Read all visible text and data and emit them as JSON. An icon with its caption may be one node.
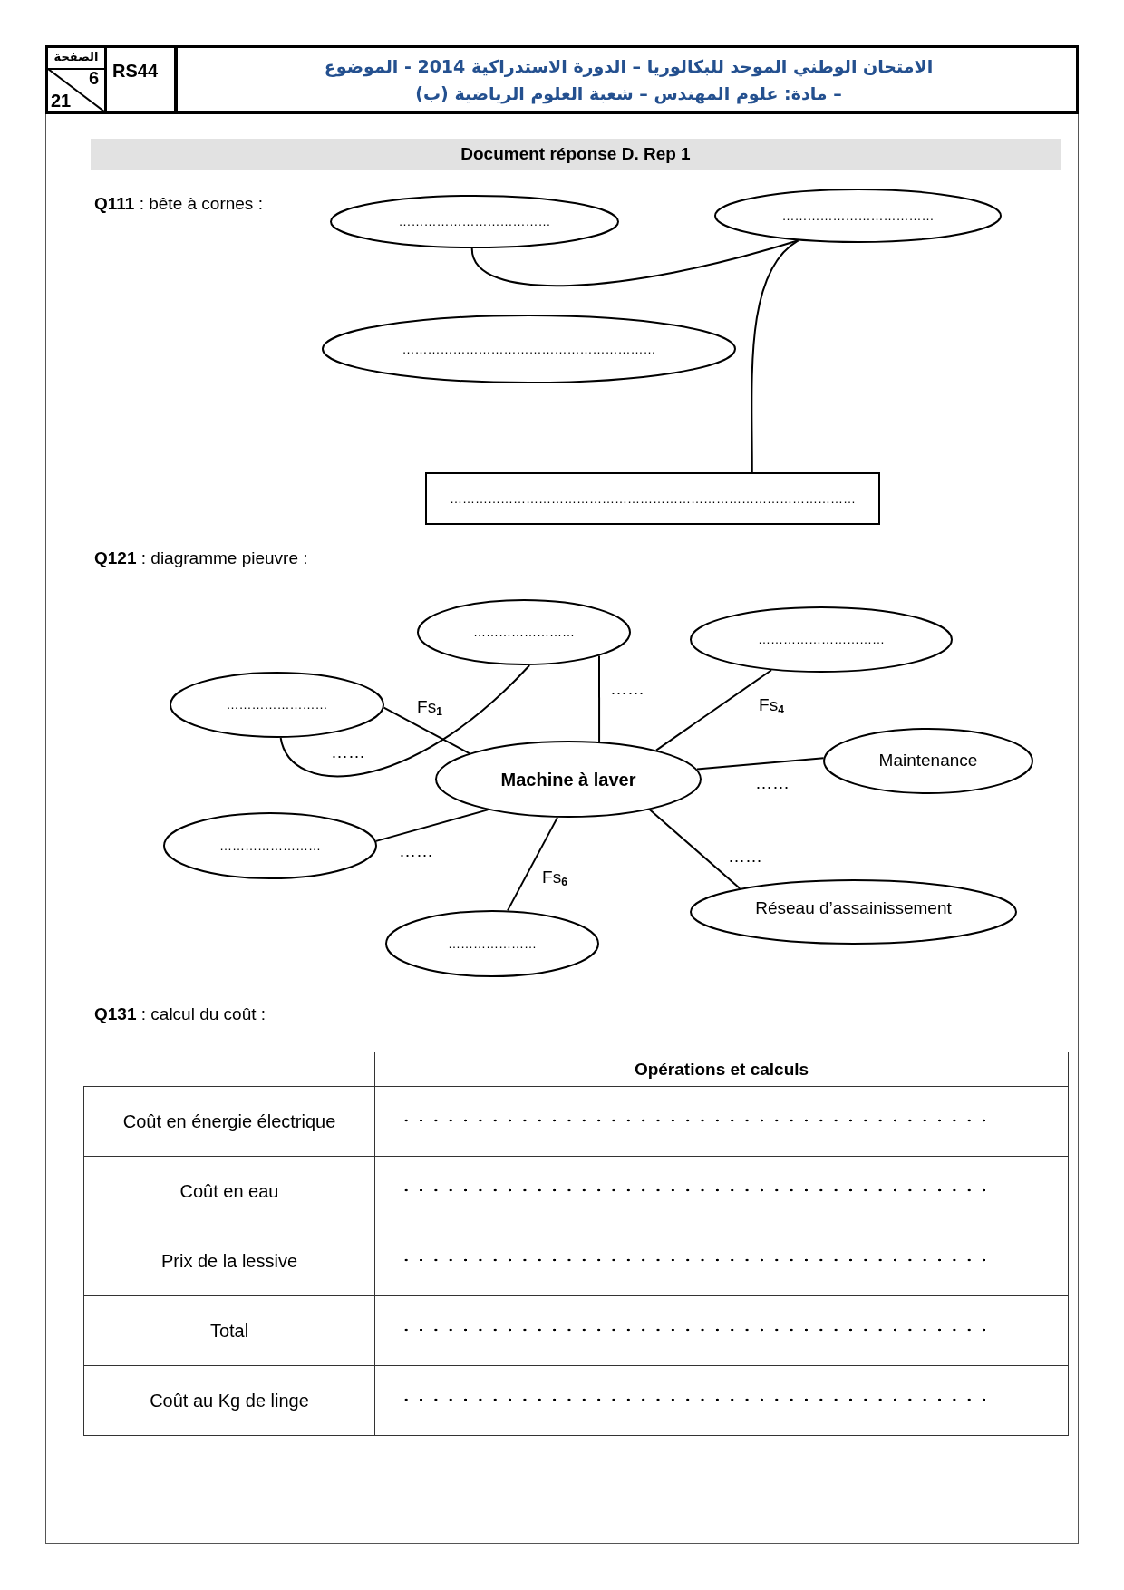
{
  "diagram": {
    "title": "Document réponse D. Rep 1",
    "nodes": [
      {
        "text": [
          "………………………………"
        ]
      },
      {
        "text": [
          "………………………………"
        ]
      },
      {
        "text": [
          "……………………………………………………"
        ]
      },
      {
        "text": [
          "……………………………………………………………………………………"
        ]
      },
      {
        "text": [
          "……………………"
        ]
      },
      {
        "text": [
          "…………………………"
        ]
      },
      {
        "text": [
          "……………………"
        ]
      },
      {
        "text": [
          "Maintenance"
        ]
      },
      {
        "text": [
          "Machine à laver"
        ]
      },
      {
        "text": [
          "……………………"
        ]
      },
      {
        "text": [
          "Réseau d’assainissement"
        ]
      },
      {
        "text": [
          "…………………"
        ]
      }
    ],
    "edges": [
      {
        "from": 0,
        "to": 1,
        "arrow": "none"
      },
      {
        "from": 1,
        "to": 3,
        "arrow": "none"
      },
      {
        "from": 6,
        "to": 8,
        "arrow": "none",
        "label": "Fs$_{1}$"
      },
      {
        "from": 6,
        "to": 4,
        "arrow": "none",
        "label": "……"
      },
      {
        "from": 4,
        "to": 8,
        "arrow": "none",
        "label": "……"
      },
      {
        "from": 5,
        "to": 8,
        "arrow": "none",
        "label": "Fs$_{4}$"
      },
      {
        "from": 8,
        "to": 7,
        "arrow": "none",
        "label": "……"
      },
      {
        "from": 8,
        "to": 10,
        "arrow": "none",
        "label": "……"
      },
      {
        "from": 8,
        "to": 11,
        "arrow": "none",
        "label": "Fs$_{6}$"
      },
      {
        "from": 8,
        "to": 9,
        "arrow": "none",
        "label": "……"
      }
    ],
    "labels": [
      "الصفحة",
      "6",
      "21",
      "RS44",
      "الامتحان الوطني الموحد للبكالوريا – الدورة الاستدراكية 2014 - الموضوع",
      "– مادة: علوم المهندس – شعبة العلوم الرياضية (ب)",
      "**Q111** : bête à cornes :",
      "**Q121** : diagramme pieuvre :",
      "**Q131** : calcul du coût :",
      "Opérations et calculs",
      "Coût en énergie électrique",
      "Coût en eau",
      "Prix de la lessive",
      "Total",
      "Coût au Kg de linge"
    ]
  }
}
